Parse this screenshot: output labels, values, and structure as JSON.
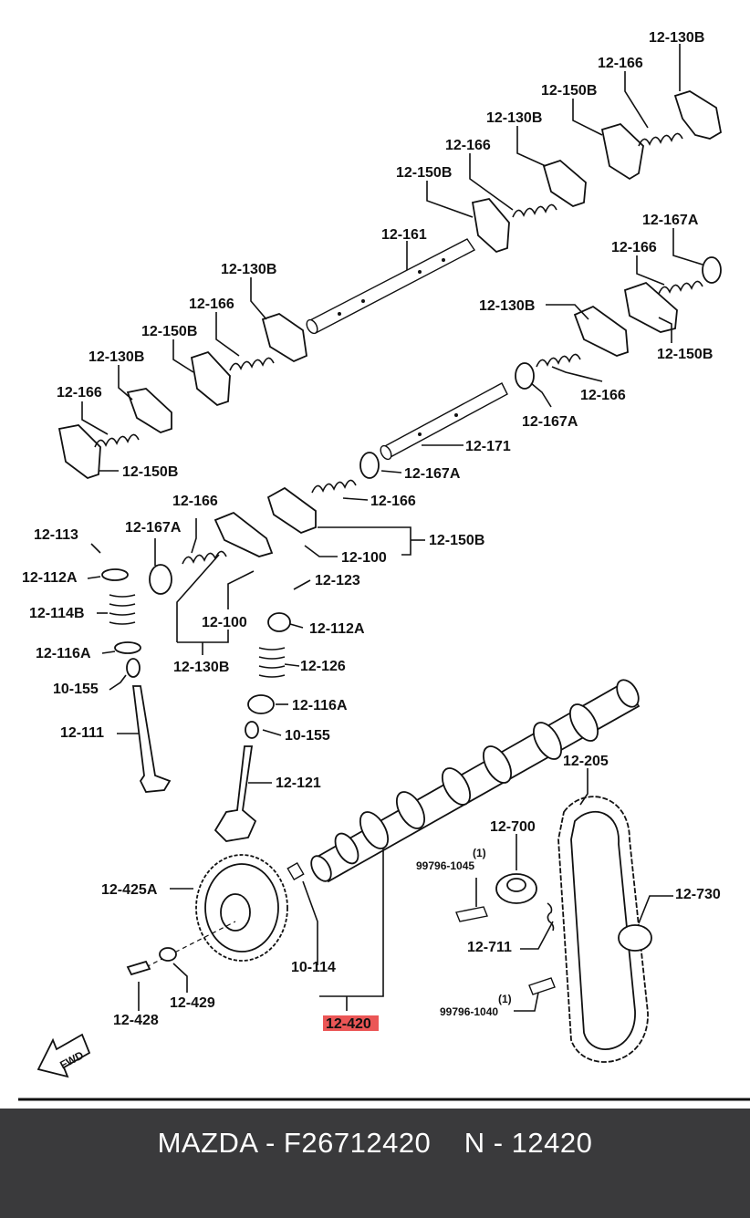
{
  "diagram": {
    "labels": {
      "l01": "12-130B",
      "l02": "12-166",
      "l03": "12-150B",
      "l04": "12-130B",
      "l05": "12-166",
      "l06": "12-150B",
      "l07": "12-161",
      "l08": "12-167A",
      "l09": "12-166",
      "l10": "12-130B",
      "l11": "12-166",
      "l12": "12-150B",
      "l13": "12-130B",
      "l14": "12-166",
      "l15": "12-150B",
      "l16": "12-130B",
      "l17": "12-150B",
      "l18": "12-166",
      "l19": "12-167A",
      "l20": "12-171",
      "l21": "12-167A",
      "l22": "12-166",
      "l23": "12-166",
      "l24": "12-167A",
      "l25": "12-113",
      "l26": "12-112A",
      "l27": "12-114B",
      "l28": "12-116A",
      "l29": "10-155",
      "l30": "12-111",
      "l31": "12-150B",
      "l32": "12-100",
      "l33": "12-123",
      "l34": "12-100",
      "l35": "12-112A",
      "l36": "12-130B",
      "l37": "12-126",
      "l38": "12-116A",
      "l39": "10-155",
      "l40": "12-121",
      "l41": "12-205",
      "l42": "12-700",
      "l43": "(1)",
      "l44": "99796-1045",
      "l45": "12-425A",
      "l46": "12-730",
      "l47": "12-711",
      "l48": "10-114",
      "l49": "(1)",
      "l50": "99796-1040",
      "l51": "12-428",
      "l52": "12-429",
      "l53": "FWD"
    },
    "highlight_label": "12-420",
    "highlight_color": "#e83838"
  },
  "footer": {
    "caption": "MAZDA - F26712420    N - 12420",
    "background": "#3a3a3c"
  }
}
